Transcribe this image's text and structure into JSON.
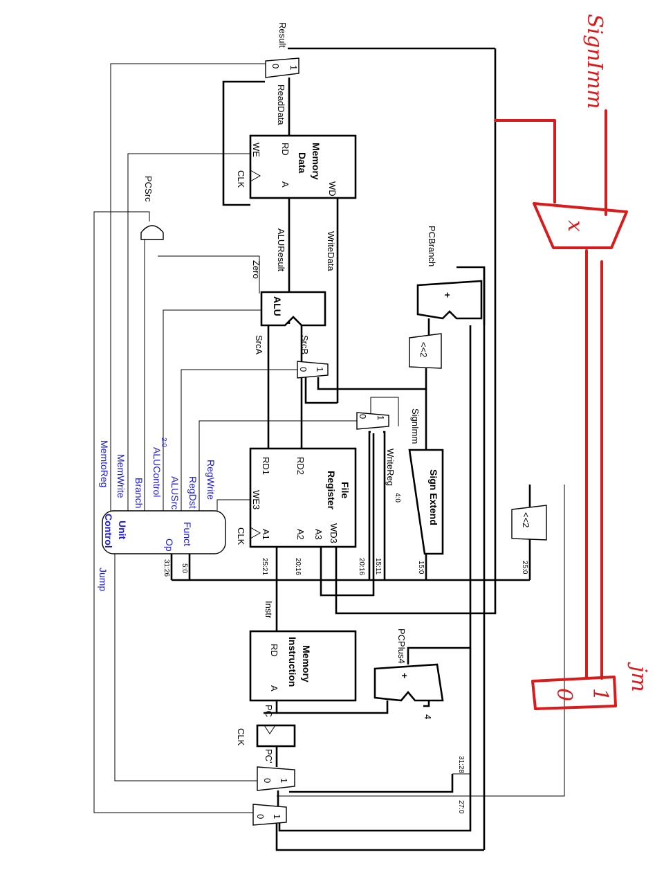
{
  "colors": {
    "wire": "#000000",
    "control": "#1a1ad6",
    "annotation": "#d81b1b"
  },
  "labels": {
    "result": "Result",
    "read_data": "ReadData",
    "alu_result": "ALUResult",
    "write_data": "WriteData",
    "zero": "Zero",
    "src_a": "SrcA",
    "src_b": "SrcB",
    "pc_src": "PCSrc",
    "pc_branch": "PCBranch",
    "sign_imm": "SignImm",
    "write_reg": "WriteReg",
    "write_reg_sub": "4:0",
    "instr": "Instr",
    "pc_plus4": "PCPlus4",
    "pc": "PC",
    "pc_prime": "PC'",
    "clk": "CLK",
    "four": "4",
    "shift2": "<<2",
    "plus": "+",
    "alu_symbol": "ALU",
    "mux0": "0",
    "mux1": "1"
  },
  "data_memory": {
    "we": "WE",
    "rd": "RD",
    "a": "A",
    "wd": "WD",
    "title1": "Data",
    "title2": "Memory"
  },
  "register_file": {
    "we3": "WE3",
    "rd1": "RD1",
    "rd2": "RD2",
    "a1": "A1",
    "a2": "A2",
    "a3": "A3",
    "wd3": "WD3",
    "title1": "Register",
    "title2": "File"
  },
  "instruction_memory": {
    "rd": "RD",
    "a": "A",
    "title1": "Instruction",
    "title2": "Memory"
  },
  "sign_extend": {
    "title": "Sign Extend"
  },
  "control_unit": {
    "title1": "Control",
    "title2": "Unit",
    "op": "Op",
    "funct": "Funct",
    "outputs": {
      "memto_reg": "MemtoReg",
      "mem_write": "MemWrite",
      "branch": "Branch",
      "alu_control": "ALUControl",
      "alu_control_sub": "2:0",
      "alu_src": "ALUSrc",
      "reg_dst": "RegDst",
      "reg_write": "RegWrite"
    },
    "jump": "Jump"
  },
  "bit_ranges": {
    "b31_26": "31:26",
    "b5_0": "5:0",
    "b25_21": "25:21",
    "b20_16a": "20:16",
    "b20_16b": "20:16",
    "b15_11": "15:11",
    "b15_0": "15:0",
    "b25_0": "25:0",
    "b31_28": "31:28",
    "b27_0": "27:0"
  },
  "annotations": {
    "sign_imm": "SignImm",
    "jm": "jm",
    "mux_x": "x",
    "mux_0": "0",
    "mux_1": "1"
  }
}
